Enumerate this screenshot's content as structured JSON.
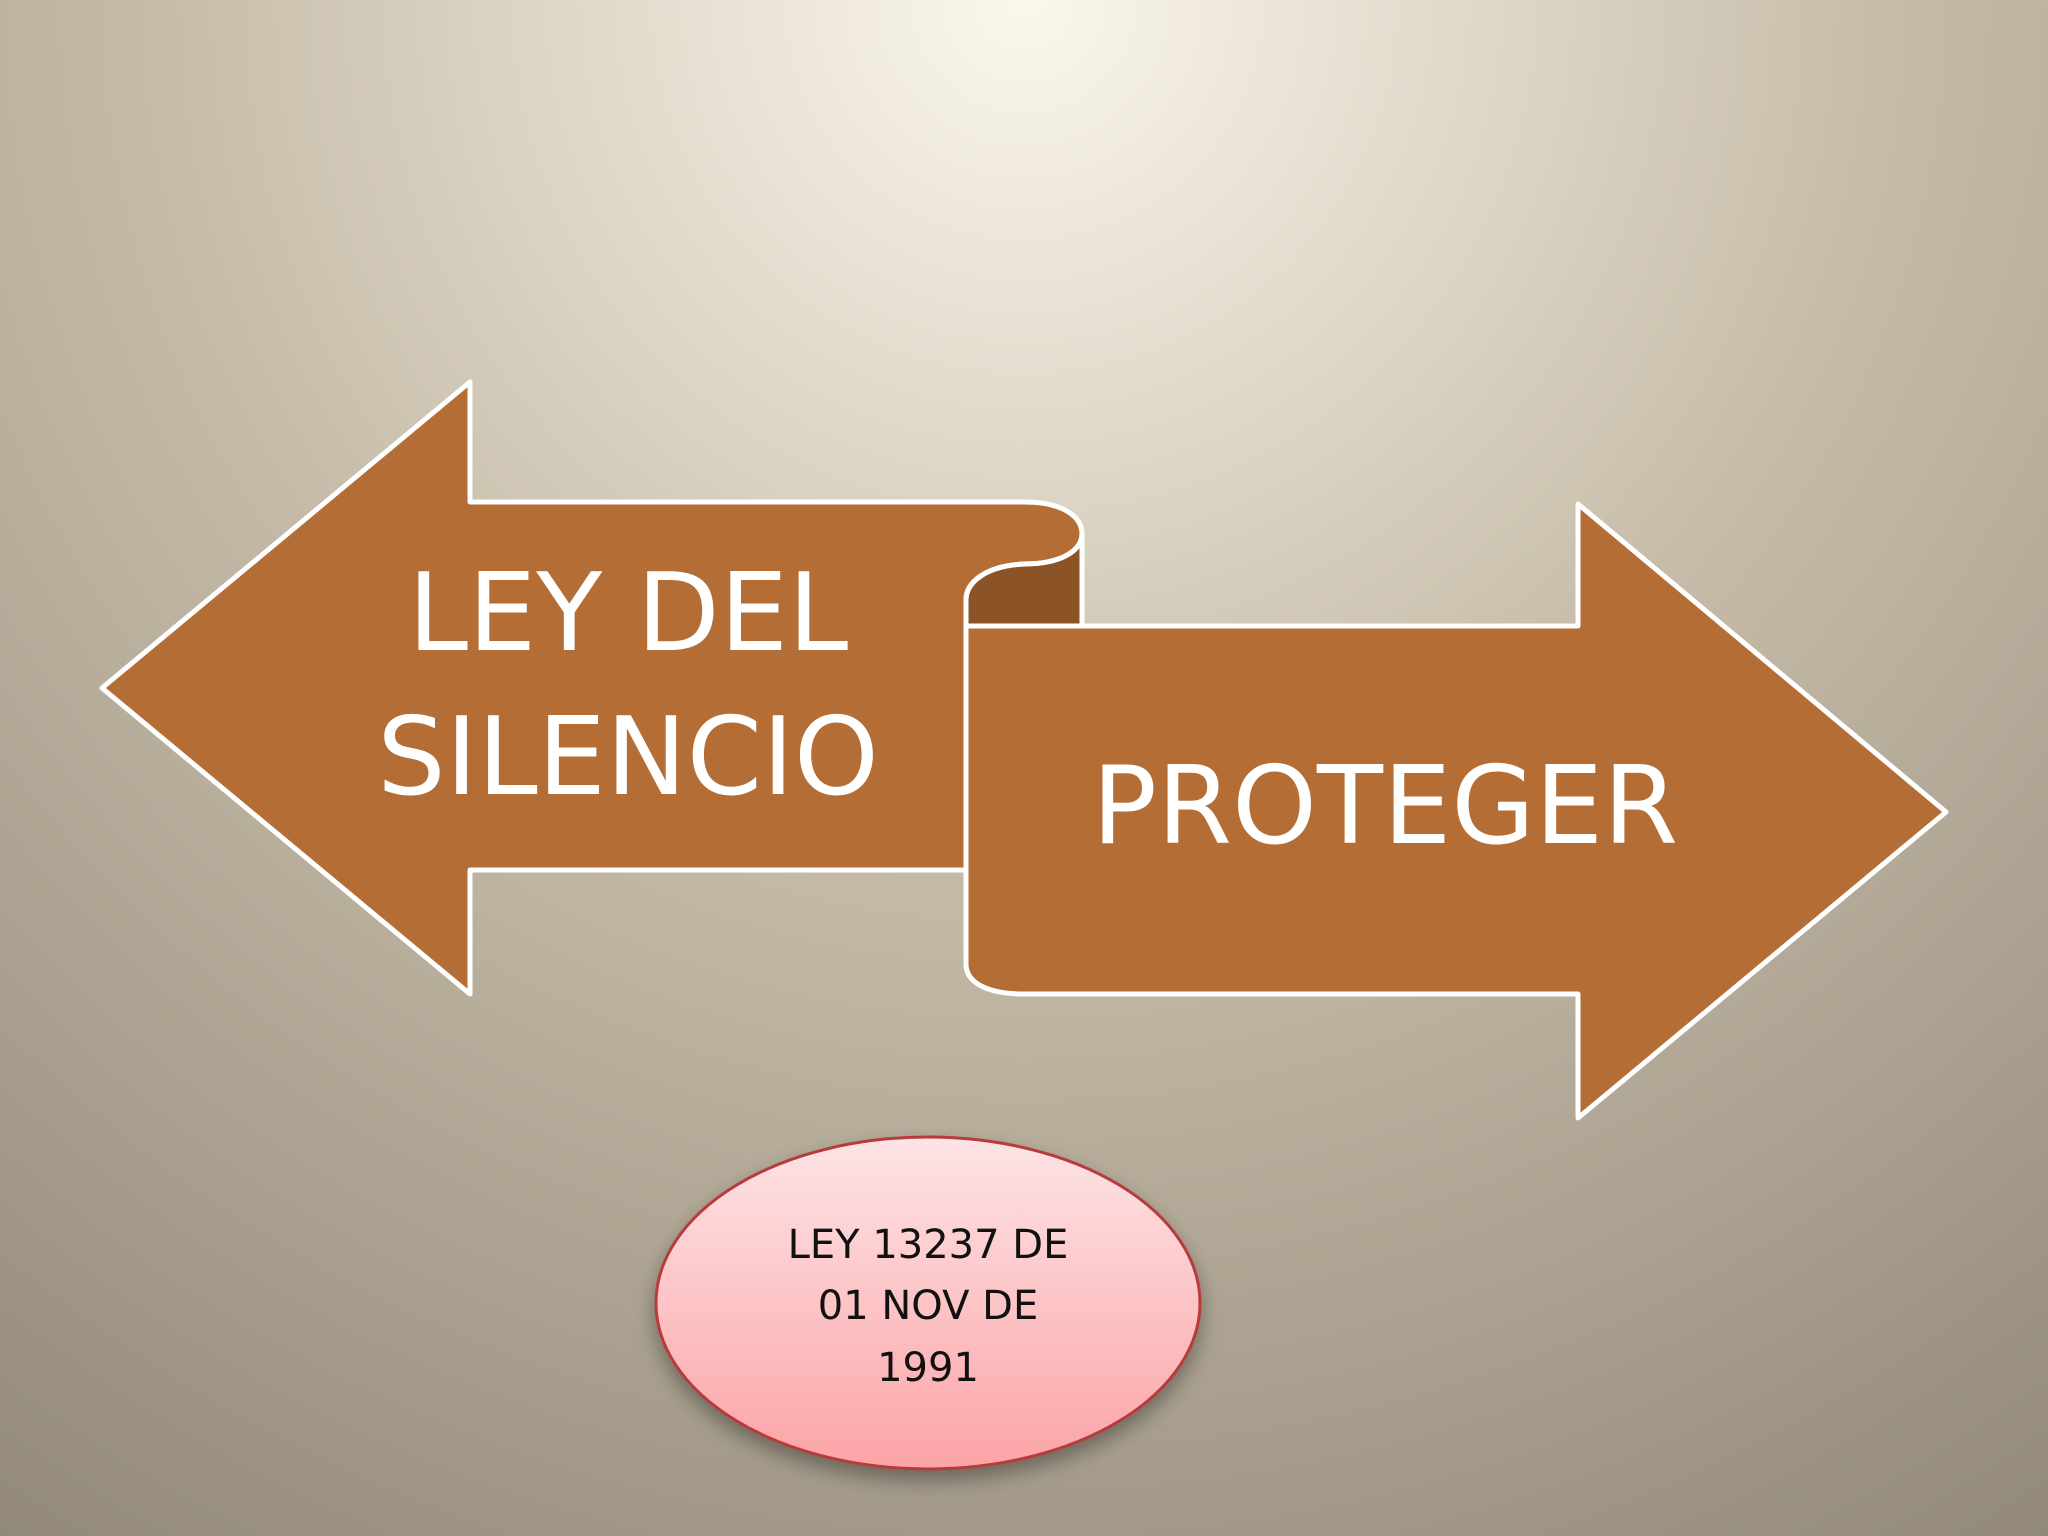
{
  "colors": {
    "background_light": "#fbf7ec",
    "background_mid": "#c6bca9",
    "background_dark": "#8f8677",
    "arrow_fill": "#b36d35",
    "arrow_fold": "#8c5426",
    "arrow_stroke": "#ffffff",
    "oval_fill_top": "#fde4e6",
    "oval_fill_bottom": "#fca4a6",
    "oval_stroke": "#b73a3a",
    "arrow_text": "#ffffff",
    "oval_text": "#111111"
  },
  "left_arrow": {
    "line1": "LEY DEL",
    "line2": "SILENCIO"
  },
  "right_arrow": {
    "label": "PROTEGER"
  },
  "oval": {
    "line1": "LEY 13237 DE",
    "line2": "01 NOV  DE",
    "line3": "1991"
  }
}
